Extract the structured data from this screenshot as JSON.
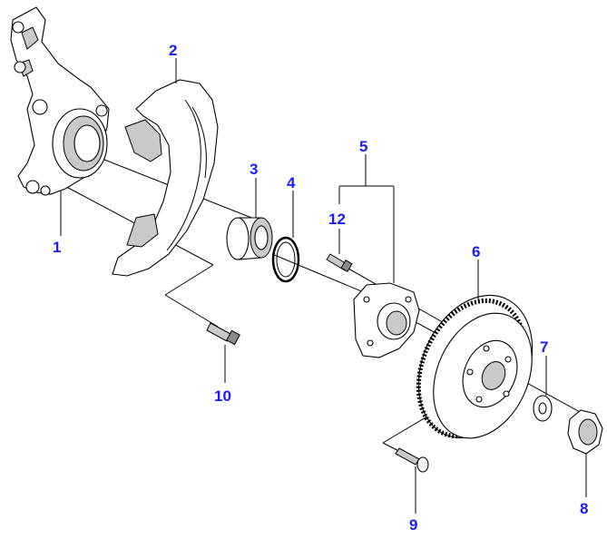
{
  "diagram": {
    "callouts": {
      "c1": "1",
      "c2": "2",
      "c3": "3",
      "c4": "4",
      "c5": "5",
      "c6": "6",
      "c7": "7",
      "c8": "8",
      "c9": "9",
      "c10": "10",
      "c12": "12"
    },
    "parts": [
      {
        "callout": "1",
        "icon": "steering-knuckle-icon"
      },
      {
        "callout": "2",
        "icon": "dust-shield-icon"
      },
      {
        "callout": "3",
        "icon": "wheel-bearing-icon"
      },
      {
        "callout": "4",
        "icon": "snap-ring-icon"
      },
      {
        "callout": "5",
        "icon": "hub-assembly-icon"
      },
      {
        "callout": "6",
        "icon": "brake-disc-icon"
      },
      {
        "callout": "7",
        "icon": "washer-icon"
      },
      {
        "callout": "8",
        "icon": "hub-nut-icon"
      },
      {
        "callout": "9",
        "icon": "disc-screw-icon"
      },
      {
        "callout": "10",
        "icon": "shield-bolt-icon"
      },
      {
        "callout": "12",
        "icon": "hub-bolt-icon"
      }
    ],
    "colors": {
      "callout_text": "#1a1aff",
      "line_art": "#000000",
      "background": "#ffffff"
    }
  }
}
